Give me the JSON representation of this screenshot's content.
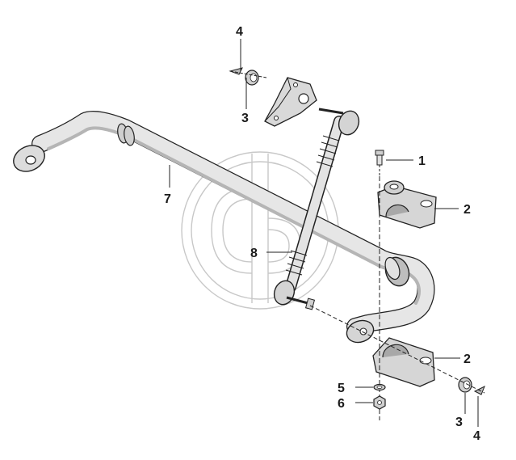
{
  "diagram": {
    "callouts": [
      {
        "id": "c1",
        "label": "1"
      },
      {
        "id": "c2a",
        "label": "2"
      },
      {
        "id": "c2b",
        "label": "2"
      },
      {
        "id": "c3a",
        "label": "3"
      },
      {
        "id": "c3b",
        "label": "3"
      },
      {
        "id": "c4a",
        "label": "4"
      },
      {
        "id": "c4b",
        "label": "4"
      },
      {
        "id": "c5",
        "label": "5"
      },
      {
        "id": "c6",
        "label": "6"
      },
      {
        "id": "c7",
        "label": "7"
      },
      {
        "id": "c8",
        "label": "8"
      }
    ],
    "colors": {
      "ink": "#222222",
      "part_fill": "#d9d9d9",
      "part_shadow": "#9a9a9a",
      "watermark": "#c8c8c8"
    }
  }
}
